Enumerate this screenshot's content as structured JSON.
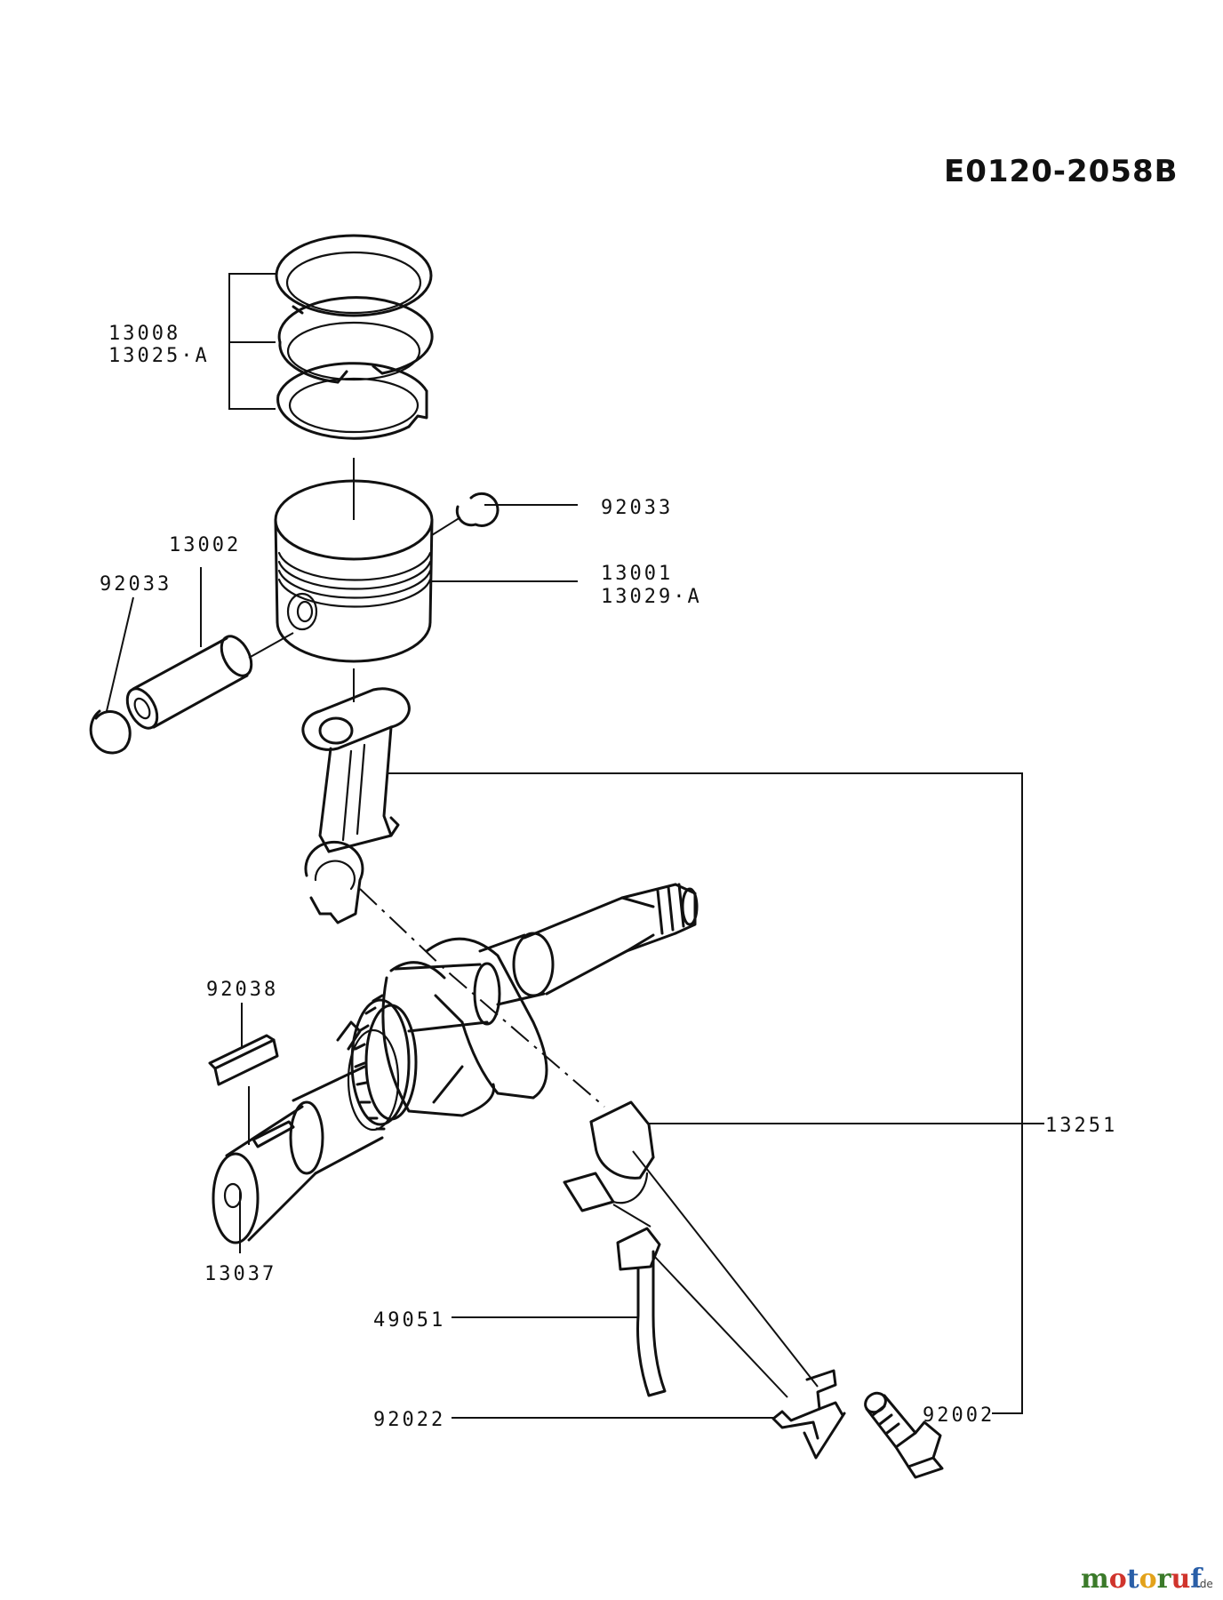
{
  "diagram_code": "E0120-2058B",
  "parts": {
    "piston_rings": [
      "13008",
      "13025·A"
    ],
    "circlip_right": "92033",
    "circlip_left": "92033",
    "piston_pin": "13002",
    "piston": [
      "13001",
      "13029·A"
    ],
    "connecting_rod": "13251",
    "key": "92038",
    "crankshaft": "13037",
    "dipper": "49051",
    "lock_washer": "92022",
    "bolt": "92002"
  },
  "watermark": {
    "text": "motoruf",
    "suffix": ".de",
    "colors": {
      "m": "#3b7a2a",
      "o1": "#d0342c",
      "t": "#2a5fa8",
      "o2": "#e3a21a",
      "r": "#3b7a2a",
      "u": "#d0342c",
      "f": "#2a5fa8"
    }
  }
}
